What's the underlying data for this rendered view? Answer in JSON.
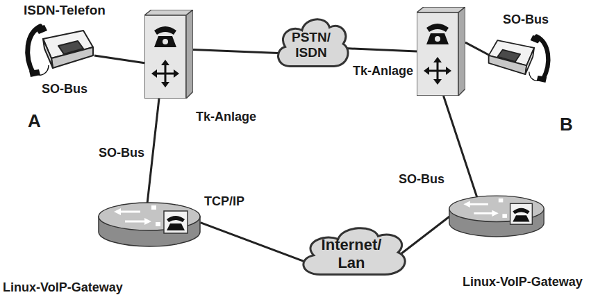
{
  "diagram": {
    "nodes": [
      {
        "text": [
          "ISDN-Telefon",
          "A"
        ]
      },
      {
        "text": [
          "Tk-Anlage"
        ]
      },
      {
        "text": [
          "PSTN/ ISDN"
        ]
      },
      {
        "text": [
          "Tk-Anlage"
        ]
      },
      {
        "text": [
          "B"
        ]
      },
      {
        "text": [
          "Linux-VoIP-Gateway"
        ]
      },
      {
        "text": [
          "Internet/ Lan"
        ]
      },
      {
        "text": [
          "Linux-VoIP-Gateway"
        ]
      }
    ],
    "edges": [
      {
        "from": 0,
        "to": 1,
        "label": "SO-Bus",
        "arrow": "none"
      },
      {
        "from": 1,
        "to": 2,
        "arrow": "none"
      },
      {
        "from": 2,
        "to": 3,
        "arrow": "none"
      },
      {
        "from": 3,
        "to": 4,
        "label": "SO-Bus",
        "arrow": "none"
      },
      {
        "from": 1,
        "to": 5,
        "label": "SO-Bus",
        "arrow": "none"
      },
      {
        "from": 5,
        "to": 6,
        "label": "TCP/IP",
        "arrow": "none"
      },
      {
        "from": 6,
        "to": 7,
        "arrow": "none"
      },
      {
        "from": 3,
        "to": 7,
        "label": "SO-Bus",
        "arrow": "none"
      }
    ]
  }
}
